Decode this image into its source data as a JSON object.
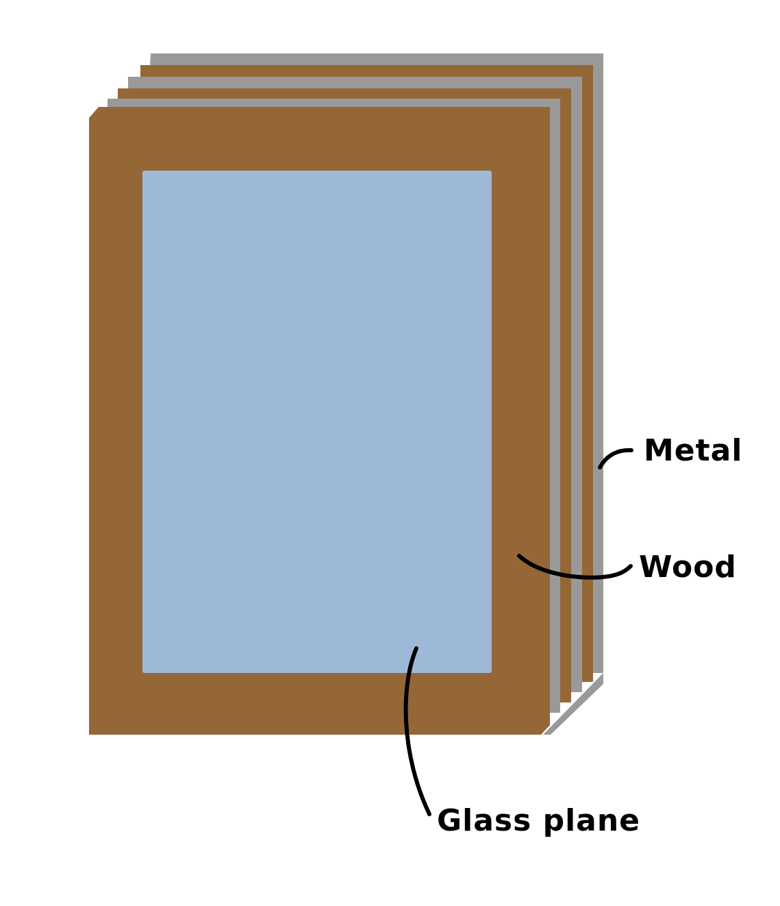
{
  "labels": {
    "metal": "Metal",
    "wood": "Wood",
    "glass": "Glass plane"
  },
  "colors": {
    "background": "#ffffff",
    "metal": "#999999",
    "wood": "#956737",
    "glass": "#9eb9d8",
    "ink": "#000000"
  }
}
